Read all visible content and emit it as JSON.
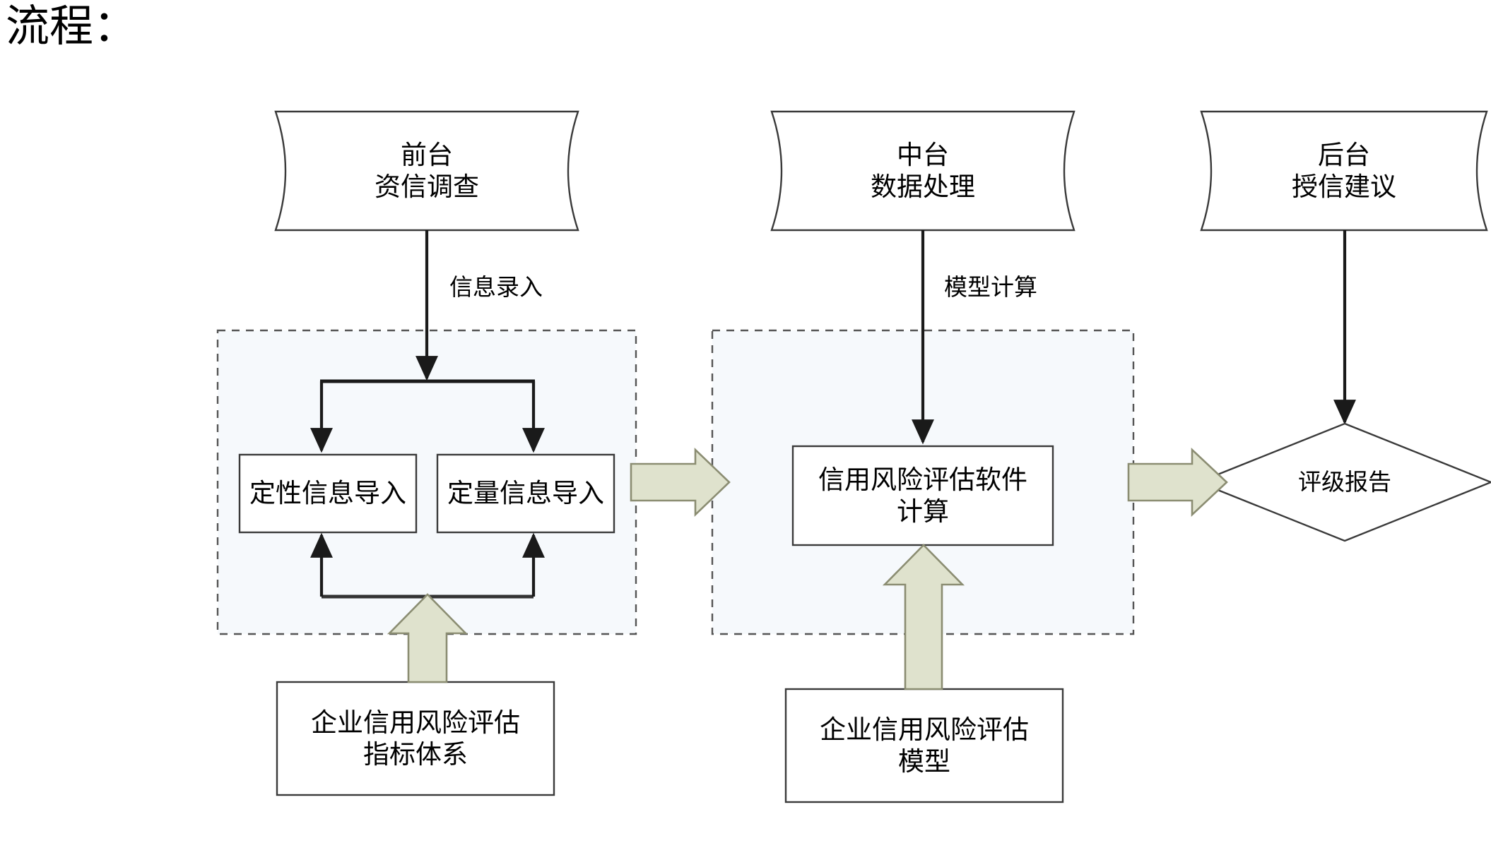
{
  "title": "流程：",
  "colors": {
    "shape_stroke": "#3a3a3a",
    "shape_fill": "#ffffff",
    "group_fill": "#f6f9fc",
    "group_stroke": "#555555",
    "connector": "#1a1a1a",
    "block_arrow_fill": "#dfe2cd",
    "block_arrow_stroke": "#8b8d72",
    "text": "#000000"
  },
  "lanes": [
    {
      "id": "front",
      "name": "tape-front-office",
      "line1": "前台",
      "line2": "资信调查"
    },
    {
      "id": "middle",
      "name": "tape-middle-office",
      "line1": "中台",
      "line2": "数据处理"
    },
    {
      "id": "back",
      "name": "tape-back-office",
      "line1": "后台",
      "line2": "授信建议"
    }
  ],
  "edge_labels": [
    {
      "id": "info-entry",
      "text": "信息录入"
    },
    {
      "id": "model-compute",
      "text": "模型计算"
    }
  ],
  "groups": [
    {
      "id": "front-group",
      "name": "dashed-group-front"
    },
    {
      "id": "middle-group",
      "name": "dashed-group-middle"
    }
  ],
  "process_boxes": [
    {
      "id": "qualitative",
      "text": "定性信息导入"
    },
    {
      "id": "quantitative",
      "text": "定量信息导入"
    },
    {
      "id": "software",
      "text": "信用风险评估软件\n计算"
    }
  ],
  "decision": {
    "id": "rating-report",
    "text": "评级报告"
  },
  "support_boxes": [
    {
      "id": "indicator-system",
      "text": "企业信用风险评估\n指标体系"
    },
    {
      "id": "risk-model",
      "text": "企业信用风险评估\n模型"
    }
  ],
  "block_arrows": [
    {
      "id": "front-to-middle",
      "direction": "right"
    },
    {
      "id": "middle-to-report",
      "direction": "right"
    },
    {
      "id": "indicator-up",
      "direction": "up"
    },
    {
      "id": "model-up",
      "direction": "up"
    }
  ]
}
